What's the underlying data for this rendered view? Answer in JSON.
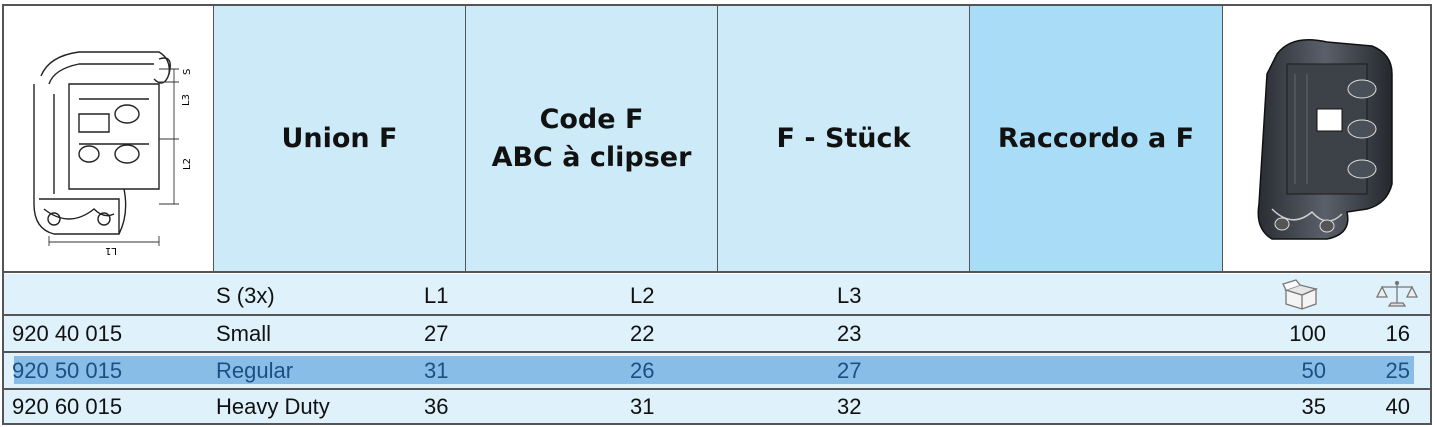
{
  "header": {
    "col1": "Union F",
    "col2": "Code  F\nABC à clipser",
    "col3": "F - Stück",
    "col4": "Raccordo a F"
  },
  "drawing": {
    "labels": {
      "s": "S",
      "l3": "L3",
      "l2": "L2",
      "l1": "L1"
    }
  },
  "table": {
    "columns": {
      "s": "S (3x)",
      "l1": "L1",
      "l2": "L2",
      "l3": "L3",
      "package_icon": "box-icon",
      "weight_icon": "scale-icon"
    },
    "rows": [
      {
        "code": "920 40 015",
        "s": "Small",
        "l1": "27",
        "l2": "22",
        "l3": "23",
        "qty": "100",
        "weight": "16",
        "highlighted": false
      },
      {
        "code": "920 50 015",
        "s": "Regular",
        "l1": "31",
        "l2": "26",
        "l3": "27",
        "qty": "50",
        "weight": "25",
        "highlighted": true
      },
      {
        "code": "920 60 015",
        "s": "Heavy Duty",
        "l1": "36",
        "l2": "31",
        "l3": "32",
        "qty": "35",
        "weight": "40",
        "highlighted": false
      }
    ]
  },
  "colors": {
    "header_light": "#cdeaf8",
    "header_mid": "#a9dcf6",
    "row_bg": "#dff1fa",
    "highlight": "#88bde7",
    "highlight_text": "#1d4f82",
    "border": "#555555"
  }
}
